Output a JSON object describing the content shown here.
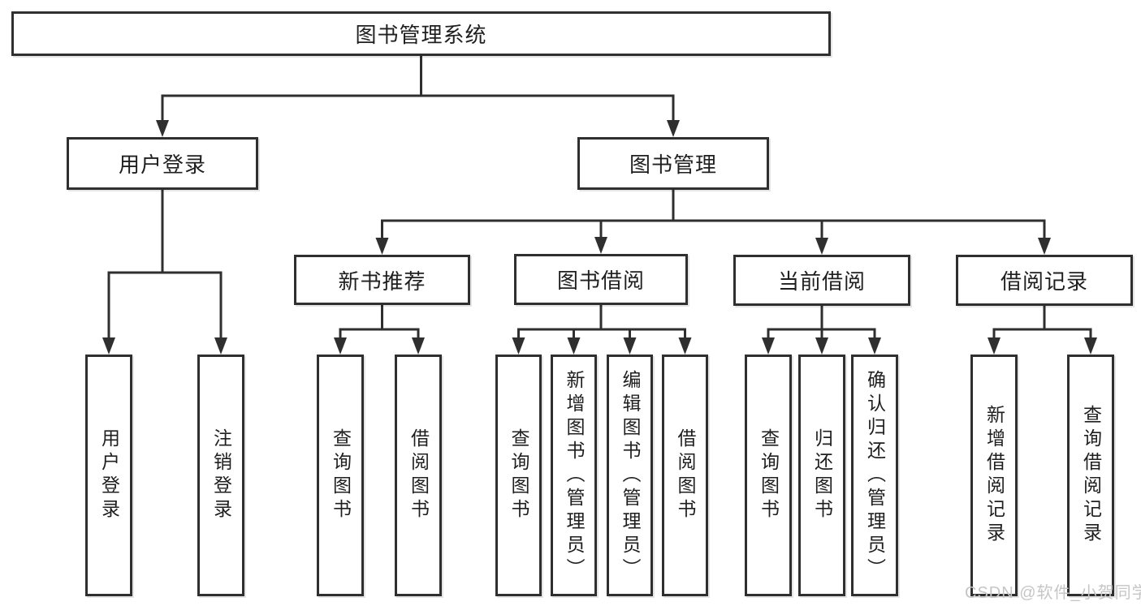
{
  "colors": {
    "line": "#2f2f2f",
    "box_border": "#2f2f2f",
    "box_fill": "#ffffff",
    "text": "#1f1f1f",
    "background": "#ffffff",
    "watermark": "#c6c6c6"
  },
  "watermark": {
    "text": "CSDN @软件_小贺同学"
  },
  "diagram": {
    "title": "图书管理系统",
    "nodes": [
      {
        "id": "root",
        "label": "图书管理系统",
        "orientation": "horizontal"
      },
      {
        "id": "user-login",
        "label": "用户登录",
        "orientation": "horizontal"
      },
      {
        "id": "book-mgmt",
        "label": "图书管理",
        "orientation": "horizontal"
      },
      {
        "id": "new-book-rec",
        "label": "新书推荐",
        "orientation": "horizontal"
      },
      {
        "id": "book-borrow",
        "label": "图书借阅",
        "orientation": "horizontal"
      },
      {
        "id": "current-borrow",
        "label": "当前借阅",
        "orientation": "horizontal"
      },
      {
        "id": "borrow-record",
        "label": "借阅记录",
        "orientation": "horizontal"
      },
      {
        "id": "login-action",
        "label": "用户登录",
        "orientation": "vertical"
      },
      {
        "id": "logout-action",
        "label": "注销登录",
        "orientation": "vertical"
      },
      {
        "id": "rec-query-book",
        "label": "查询图书",
        "orientation": "vertical"
      },
      {
        "id": "rec-borrow-book",
        "label": "借阅图书",
        "orientation": "vertical"
      },
      {
        "id": "bb-query-book",
        "label": "查询图书",
        "orientation": "vertical"
      },
      {
        "id": "bb-add-book",
        "label": "新增图书（管理员）",
        "orientation": "vertical"
      },
      {
        "id": "bb-edit-book",
        "label": "编辑图书（管理员）",
        "orientation": "vertical"
      },
      {
        "id": "bb-borrow-book",
        "label": "借阅图书",
        "orientation": "vertical"
      },
      {
        "id": "cb-query-book",
        "label": "查询图书",
        "orientation": "vertical"
      },
      {
        "id": "cb-return-book",
        "label": "归还图书",
        "orientation": "vertical"
      },
      {
        "id": "cb-confirm-return",
        "label": "确认归还（管理员）",
        "orientation": "vertical"
      },
      {
        "id": "br-add-record",
        "label": "新增借阅记录",
        "orientation": "vertical"
      },
      {
        "id": "br-query-record",
        "label": "查询借阅记录",
        "orientation": "vertical"
      }
    ],
    "edges": [
      {
        "from": "root",
        "to": "user-login"
      },
      {
        "from": "root",
        "to": "book-mgmt"
      },
      {
        "from": "user-login",
        "to": "login-action"
      },
      {
        "from": "user-login",
        "to": "logout-action"
      },
      {
        "from": "book-mgmt",
        "to": "new-book-rec"
      },
      {
        "from": "book-mgmt",
        "to": "book-borrow"
      },
      {
        "from": "book-mgmt",
        "to": "current-borrow"
      },
      {
        "from": "book-mgmt",
        "to": "borrow-record"
      },
      {
        "from": "new-book-rec",
        "to": "rec-query-book"
      },
      {
        "from": "new-book-rec",
        "to": "rec-borrow-book"
      },
      {
        "from": "book-borrow",
        "to": "bb-query-book"
      },
      {
        "from": "book-borrow",
        "to": "bb-add-book"
      },
      {
        "from": "book-borrow",
        "to": "bb-edit-book"
      },
      {
        "from": "book-borrow",
        "to": "bb-borrow-book"
      },
      {
        "from": "current-borrow",
        "to": "cb-query-book"
      },
      {
        "from": "current-borrow",
        "to": "cb-return-book"
      },
      {
        "from": "current-borrow",
        "to": "cb-confirm-return"
      },
      {
        "from": "borrow-record",
        "to": "br-add-record"
      },
      {
        "from": "borrow-record",
        "to": "br-query-record"
      }
    ]
  }
}
